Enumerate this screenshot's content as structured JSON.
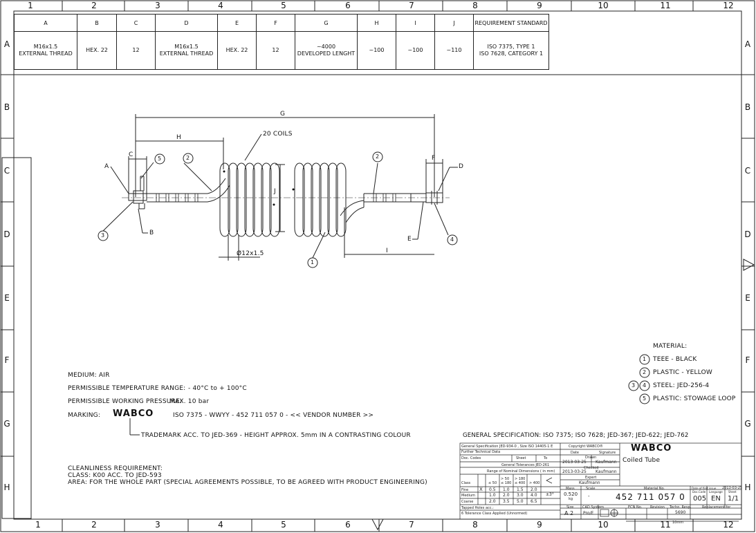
{
  "zones_top": [
    "1",
    "2",
    "3",
    "4",
    "5",
    "6",
    "7",
    "8",
    "9",
    "10",
    "11",
    "12"
  ],
  "zones_bottom": [
    "1",
    "2",
    "3",
    "4",
    "5",
    "6",
    "7",
    "8",
    "9",
    "10",
    "11",
    "12"
  ],
  "zones_left": [
    "A",
    "B",
    "C",
    "D",
    "E",
    "F",
    "G",
    "H"
  ],
  "zones_right": [
    "A",
    "B",
    "C",
    "D",
    "E",
    "F",
    "G",
    "H"
  ],
  "table": {
    "headers": [
      "A",
      "B",
      "C",
      "D",
      "E",
      "F",
      "G",
      "H",
      "I",
      "J",
      "REQUIREMENT STANDARD"
    ],
    "values": [
      [
        "M16x1.5",
        "EXTERNAL THREAD"
      ],
      [
        "HEX. 22"
      ],
      [
        "12"
      ],
      [
        "M16x1.5",
        "EXTERNAL THREAD"
      ],
      [
        "HEX. 22"
      ],
      [
        "12"
      ],
      [
        "~4000",
        "DEVELOPED LENGHT"
      ],
      [
        "~100"
      ],
      [
        "~100"
      ],
      [
        "~110"
      ],
      [
        "ISO 7375, TYPE 1",
        "ISO 7628, CATEGORY 1"
      ]
    ]
  },
  "drawing": {
    "dim_g": "G",
    "dim_h": "H",
    "dim_i": "I",
    "dim_j": "J",
    "dim_c": "C",
    "dim_f": "F",
    "coils_label": "20 COILS",
    "diameter_label": "Ø12x1.5",
    "leader_a": "A",
    "leader_b": "B",
    "leader_d": "D",
    "leader_e": "E",
    "balloons": [
      "1",
      "2",
      "2",
      "3",
      "4",
      "5"
    ]
  },
  "notes": {
    "medium": "MEDIUM:   AIR",
    "temperature_key": "PERMISSIBLE TEMPERATURE RANGE:",
    "temperature_val": "- 40°C to + 100°C",
    "pressure_key": "PERMISSIBLE WORKING PRESSURE:",
    "pressure_val": "MAX. 10 bar",
    "marking_key": "MARKING:",
    "marking_logo": "WABCO",
    "marking_val": "ISO 7375  -  WWYY  -  452 711 057 0  -  << VENDOR NUMBER >>",
    "trademark": "TRADEMARK ACC. TO JED-369 - HEIGHT APPROX. 5mm IN A CONTRASTING COLOUR",
    "cleanliness_1": "CLEANLINESS REQUIREMENT:",
    "cleanliness_2": "CLASS: K00 ACC. TO JED-593",
    "cleanliness_3": "AREA: FOR THE WHOLE PART (SPECIAL AGREEMENTS POSSIBLE, TO BE AGREED WITH PRODUCT ENGINEERING)"
  },
  "material": {
    "title": "MATERIAL:",
    "items": [
      {
        "nums": [
          "1"
        ],
        "text": "TEEE  -  BLACK"
      },
      {
        "nums": [
          "2"
        ],
        "text": "PLASTIC  -  YELLOW"
      },
      {
        "nums": [
          "3",
          "4"
        ],
        "text": "STEEL:  JED-256-4"
      },
      {
        "nums": [
          "5"
        ],
        "text": "PLASTIC:  STOWAGE LOOP"
      }
    ]
  },
  "general_spec": "GENERAL SPECIFICATION: ISO 7375; ISO 7628; JED-367; JED-622; JED-762",
  "title_block": {
    "gen_spec": "General Specification   JED-934-0 , Size ISO 14405-1 E",
    "further": "Further Technical Data",
    "doc_codes": "Doc. Codes",
    "sheet": "Sheet",
    "to": "To",
    "copyright": "Copyright WABCO®",
    "logo": "WABCO",
    "date_h": "Date",
    "sig_h": "Signature",
    "drawn": "Drawn",
    "checked": "Checked",
    "expert": "Expert",
    "date1": "2013-03-25",
    "name1": "Kaufmann",
    "date2": "2013-03-25",
    "name2": "Kaufmann",
    "name3": "Kaufmann",
    "title": "Coiled Tube",
    "gen_tol": "General Tolerances JED-261",
    "range": "Range of Nominal Dimensions ( in mm)",
    "class": "Class",
    "r1": "≤ 50",
    "r2": "> 50 ≤ 180",
    "r3": "> 180 ≤ 400",
    "r4": "> 400",
    "rows": [
      {
        "name": "Fine",
        "x": "X",
        "vals": [
          "0.5",
          "1.0",
          "1.5",
          "2.0"
        ]
      },
      {
        "name": "Medium",
        "x": "",
        "vals": [
          "1.0",
          "2.0",
          "3.0",
          "4.0"
        ]
      },
      {
        "name": "Coarse",
        "x": "",
        "vals": [
          "2.0",
          "3.5",
          "5.0",
          "6.5"
        ]
      }
    ],
    "angle_tol": "±3°",
    "tapped": "Tapped Holes acc.:",
    "tol_class": "6 Tolerance Class Applied (Unnormed)",
    "mass_h": "Mass",
    "mass": "0.520",
    "mass_unit": "kg",
    "scale_h": "Scale",
    "scale": "-",
    "size_h": "Size",
    "size": "A 2",
    "cad_h": "CAD System",
    "cad": "Pro/E",
    "material_no_h": "Material No.",
    "part_no": "452 711 057 0",
    "date_of_first_h": "Date of first issue",
    "date_first": "2013-03-25",
    "doc_code_h": "Doc.Code",
    "language_h": "Language",
    "sheet_h": "Sheet",
    "doc_code": "005",
    "language": "EN",
    "sheet_no": "1/1",
    "ecn_h": "ECN No.",
    "revision_h": "Revision",
    "techn_resp_h": "Techn. Resp.",
    "replacement_h": "Replacement for",
    "techn_resp": "5690",
    "scale_bar": "10mm"
  }
}
